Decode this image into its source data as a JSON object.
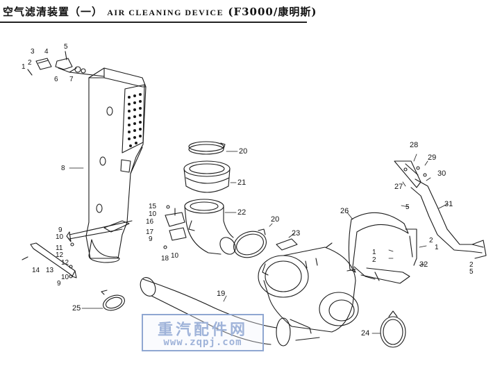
{
  "header": {
    "title_cn": "空气滤清装置（一）",
    "title_en": "AIR CLEANING DEVICE",
    "title_model": "(F3000/康明斯)"
  },
  "callouts": {
    "c1": "1",
    "c2": "2",
    "c3": "3",
    "c4": "4",
    "c5": "5",
    "c6": "6",
    "c7": "7",
    "c8": "8",
    "c9": "9",
    "c10": "10",
    "c11": "11",
    "c12": "12",
    "c13": "13",
    "c14": "14",
    "c15": "15",
    "c16": "16",
    "c17": "17",
    "c18": "18",
    "c19": "19",
    "c20": "20",
    "c21": "21",
    "c22": "22",
    "c23": "23",
    "c24": "24",
    "c25": "25",
    "c26": "26",
    "c27": "27",
    "c28": "28",
    "c29": "29",
    "c30": "30",
    "c31": "31",
    "c32": "32"
  },
  "watermark": {
    "brand": "重汽配件网",
    "url": "www.zqpj.com"
  }
}
